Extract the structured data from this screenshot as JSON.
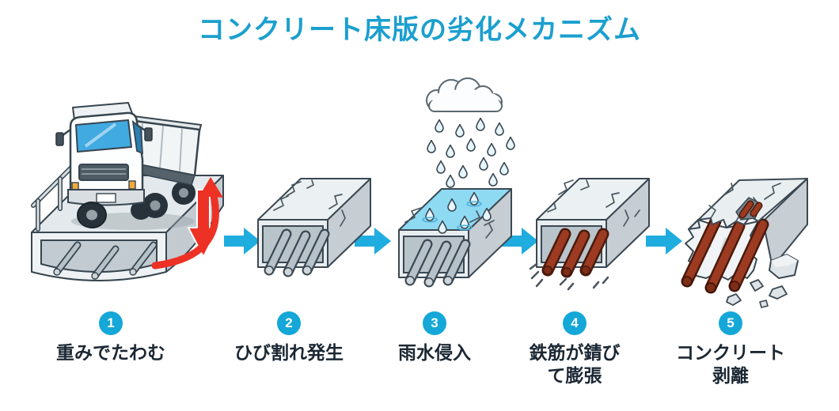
{
  "title": "コンクリート床版の劣化メカニズム",
  "steps": [
    {
      "number": "1",
      "label": "重みでたわむ",
      "illustration": "truck-on-deflecting-slab"
    },
    {
      "number": "2",
      "label": "ひび割れ発生",
      "illustration": "cracked-concrete-slab"
    },
    {
      "number": "3",
      "label": "雨水侵入",
      "illustration": "rain-water-on-slab"
    },
    {
      "number": "4",
      "label": "鉄筋が錆びて膨張",
      "illustration": "rusted-rebar-expansion"
    },
    {
      "number": "5",
      "label": "コンクリート剥離",
      "illustration": "concrete-spalling"
    }
  ],
  "colors": {
    "title_accent": "#1B9FCF",
    "step_circle": "#14A7D8",
    "flow_arrow": "#1FACDF",
    "label_text": "#1B2733",
    "danger_red": "#ED3125",
    "rust": "#9C3B21",
    "water": "#8FDAF3",
    "concrete_light": "#EBF0F2",
    "concrete_side": "#C6CDD3",
    "outline": "#3A4852"
  }
}
